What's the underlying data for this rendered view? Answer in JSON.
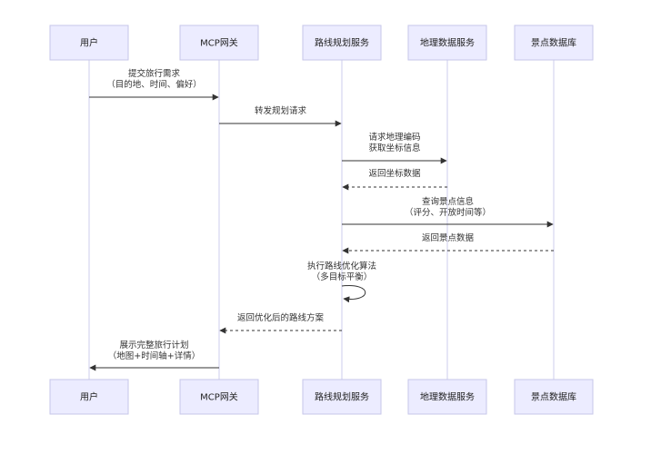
{
  "participants": [
    {
      "id": "user",
      "label": "用户"
    },
    {
      "id": "gateway",
      "label": "MCP网关"
    },
    {
      "id": "route",
      "label": "路线规划服务"
    },
    {
      "id": "geo",
      "label": "地理数据服务"
    },
    {
      "id": "poi",
      "label": "景点数据库"
    }
  ],
  "messages": [
    {
      "from": "user",
      "to": "gateway",
      "style": "solid",
      "lines": [
        "提交旅行需求",
        "（目的地、时间、偏好）"
      ]
    },
    {
      "from": "gateway",
      "to": "route",
      "style": "solid",
      "lines": [
        "转发规划请求"
      ]
    },
    {
      "from": "route",
      "to": "geo",
      "style": "solid",
      "lines": [
        "请求地理编码",
        "获取坐标信息"
      ]
    },
    {
      "from": "geo",
      "to": "route",
      "style": "dashed",
      "lines": [
        "返回坐标数据"
      ]
    },
    {
      "from": "route",
      "to": "poi",
      "style": "solid",
      "lines": [
        "查询景点信息",
        "（评分、开放时间等）"
      ]
    },
    {
      "from": "poi",
      "to": "route",
      "style": "dashed",
      "lines": [
        "返回景点数据"
      ]
    },
    {
      "from": "route",
      "to": "route",
      "style": "solid",
      "lines": [
        "执行路线优化算法",
        "（多目标平衡）"
      ]
    },
    {
      "from": "route",
      "to": "gateway",
      "style": "dashed",
      "lines": [
        "返回优化后的路线方案"
      ]
    },
    {
      "from": "gateway",
      "to": "user",
      "style": "solid",
      "lines": [
        "展示完整旅行计划",
        "（地图+时间轴+详情）"
      ]
    }
  ]
}
